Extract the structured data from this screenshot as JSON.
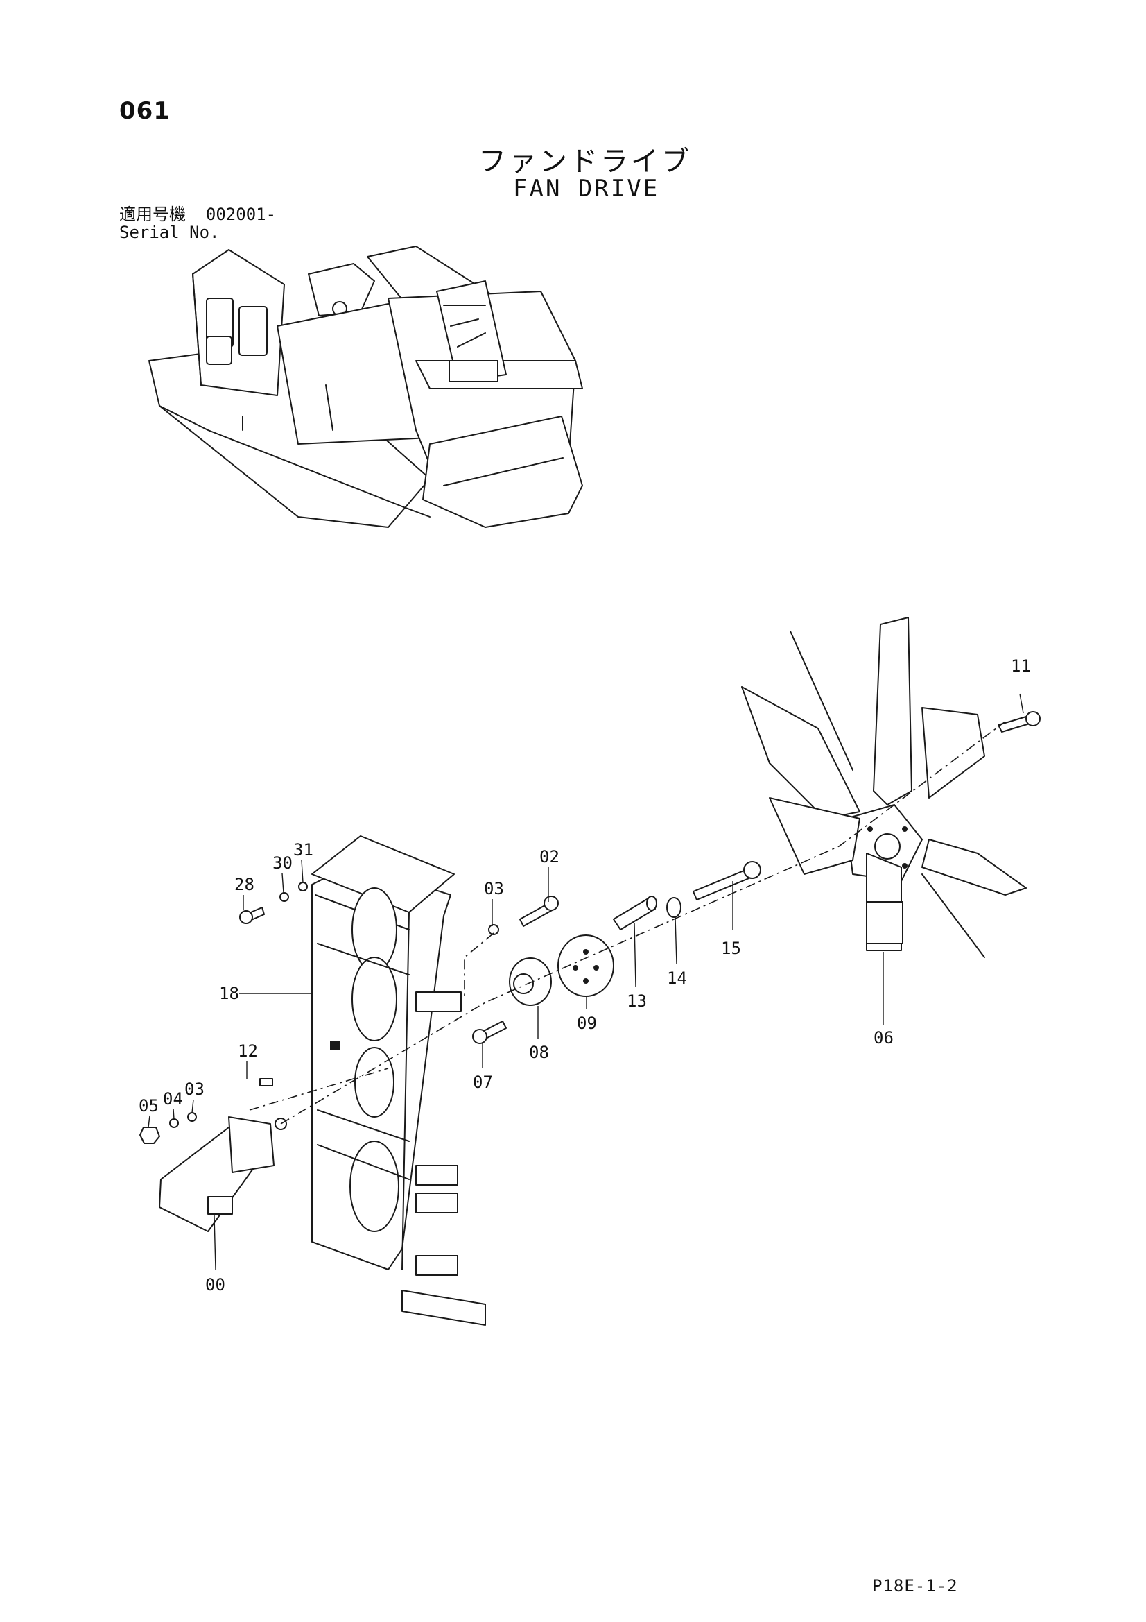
{
  "header": {
    "page_number": "061",
    "title_jp": "ファンドライブ",
    "title_en": "FAN DRIVE",
    "serial_label_jp": "適用号機",
    "serial_value": "002001-",
    "serial_label_en": "Serial No."
  },
  "callouts": [
    {
      "id": "00",
      "label": "00"
    },
    {
      "id": "02",
      "label": "02"
    },
    {
      "id": "03a",
      "label": "03"
    },
    {
      "id": "03b",
      "label": "03"
    },
    {
      "id": "04",
      "label": "04"
    },
    {
      "id": "05",
      "label": "05"
    },
    {
      "id": "06",
      "label": "06"
    },
    {
      "id": "07",
      "label": "07"
    },
    {
      "id": "08",
      "label": "08"
    },
    {
      "id": "09",
      "label": "09"
    },
    {
      "id": "11",
      "label": "11"
    },
    {
      "id": "12",
      "label": "12"
    },
    {
      "id": "13",
      "label": "13"
    },
    {
      "id": "14",
      "label": "14"
    },
    {
      "id": "15",
      "label": "15"
    },
    {
      "id": "18",
      "label": "18"
    },
    {
      "id": "28",
      "label": "28"
    },
    {
      "id": "30",
      "label": "30"
    },
    {
      "id": "31",
      "label": "31"
    }
  ],
  "footer": {
    "code": "P18E-1-2"
  }
}
